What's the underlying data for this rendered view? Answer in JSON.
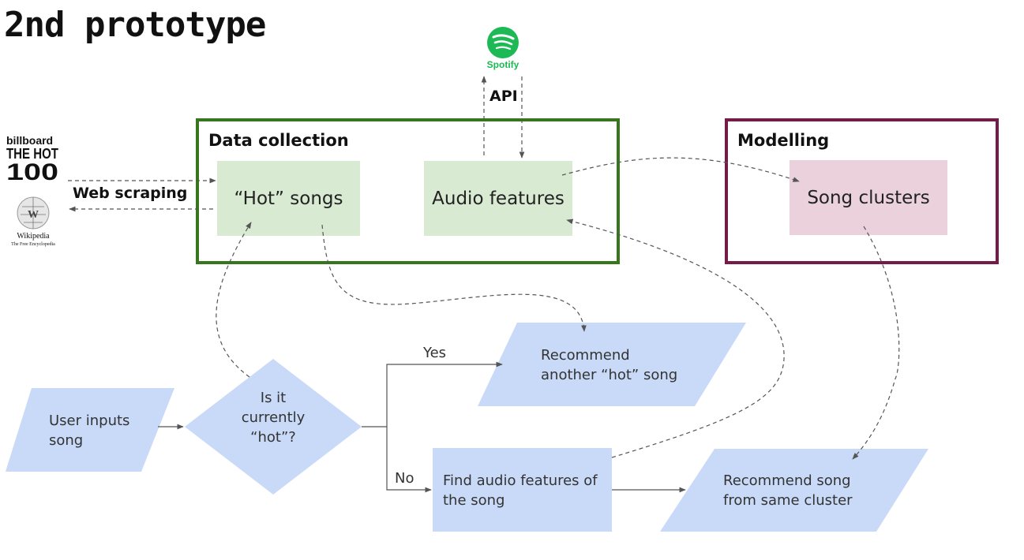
{
  "title": "2nd prototype",
  "groups": {
    "data_collection": {
      "label": "Data collection",
      "color": "#38761d"
    },
    "modelling": {
      "label": "Modelling",
      "color": "#741b47"
    }
  },
  "nodes": {
    "hot_songs": "“Hot” songs",
    "audio_features": "Audio features",
    "song_clusters": "Song clusters",
    "user_inputs": [
      "User inputs",
      "song"
    ],
    "is_hot": [
      "Is it",
      "currently",
      "“hot”?"
    ],
    "recommend_hot": [
      "Recommend",
      "another “hot” song"
    ],
    "find_features": [
      "Find audio features of",
      "the song"
    ],
    "recommend_cluster": [
      "Recommend song",
      "from same cluster"
    ]
  },
  "edge_labels": {
    "api": "API",
    "web_scraping": "Web scraping",
    "yes": "Yes",
    "no": "No"
  },
  "logos": {
    "spotify": {
      "text": "Spotify",
      "color": "#1db954"
    },
    "billboard": {
      "line1": "billboard",
      "line2": "THE HOT",
      "line3": "100"
    },
    "wikipedia": {
      "name": "Wikipedia",
      "tagline": "The Free Encyclopedia"
    }
  },
  "colors": {
    "shape_fill": "#c9daf8",
    "green_fill": "#d9ead3",
    "pink_fill": "#ead1dc",
    "arrow": "#555555"
  }
}
